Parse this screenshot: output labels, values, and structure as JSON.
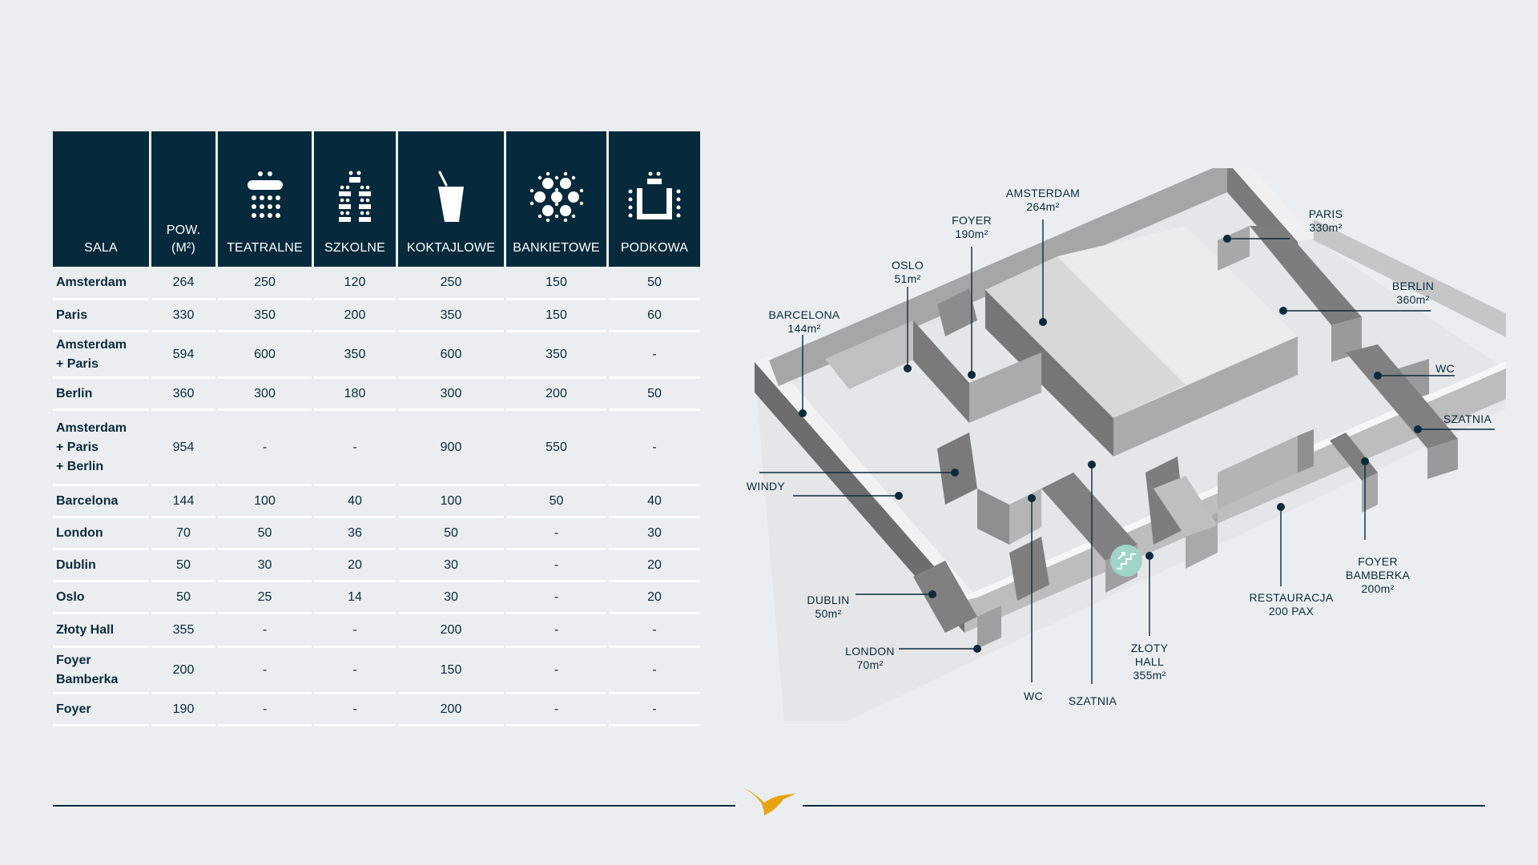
{
  "table": {
    "headers": {
      "sala": "SALA",
      "pow_line1": "POW.",
      "pow_line2": "(M²)",
      "teatralne": "TEATRALNE",
      "szkolne": "SZKOLNE",
      "koktajlowe": "KOKTAJLOWE",
      "bankietowe": "BANKIETOWE",
      "podkowa": "PODKOWA"
    },
    "header_icons": {
      "teatralne": "theatre-layout-icon",
      "szkolne": "classroom-layout-icon",
      "koktajlowe": "cocktail-glass-icon",
      "bankietowe": "banquet-tables-icon",
      "podkowa": "u-shape-layout-icon"
    },
    "rows": [
      {
        "name": [
          "Amsterdam"
        ],
        "pow": "264",
        "teatralne": "250",
        "szkolne": "120",
        "koktajlowe": "250",
        "bankietowe": "150",
        "podkowa": "50"
      },
      {
        "name": [
          "Paris"
        ],
        "pow": "330",
        "teatralne": "350",
        "szkolne": "200",
        "koktajlowe": "350",
        "bankietowe": "150",
        "podkowa": "60"
      },
      {
        "name": [
          "Amsterdam",
          "+ Paris"
        ],
        "pow": "594",
        "teatralne": "600",
        "szkolne": "350",
        "koktajlowe": "600",
        "bankietowe": "350",
        "podkowa": "-"
      },
      {
        "name": [
          "Berlin"
        ],
        "pow": "360",
        "teatralne": "300",
        "szkolne": "180",
        "koktajlowe": "300",
        "bankietowe": "200",
        "podkowa": "50"
      },
      {
        "name": [
          "Amsterdam",
          "+ Paris",
          "+ Berlin"
        ],
        "pow": "954",
        "teatralne": "-",
        "szkolne": "-",
        "koktajlowe": "900",
        "bankietowe": "550",
        "podkowa": "-"
      },
      {
        "name": [
          "Barcelona"
        ],
        "pow": "144",
        "teatralne": "100",
        "szkolne": "40",
        "koktajlowe": "100",
        "bankietowe": "50",
        "podkowa": "40"
      },
      {
        "name": [
          "London"
        ],
        "pow": "70",
        "teatralne": "50",
        "szkolne": "36",
        "koktajlowe": "50",
        "bankietowe": "-",
        "podkowa": "30"
      },
      {
        "name": [
          "Dublin"
        ],
        "pow": "50",
        "teatralne": "30",
        "szkolne": "20",
        "koktajlowe": "30",
        "bankietowe": "-",
        "podkowa": "20"
      },
      {
        "name": [
          "Oslo"
        ],
        "pow": "50",
        "teatralne": "25",
        "szkolne": "14",
        "koktajlowe": "30",
        "bankietowe": "-",
        "podkowa": "20"
      },
      {
        "name": [
          "Złoty Hall"
        ],
        "pow": "355",
        "teatralne": "-",
        "szkolne": "-",
        "koktajlowe": "200",
        "bankietowe": "-",
        "podkowa": "-"
      },
      {
        "name": [
          "Foyer",
          "Bamberka"
        ],
        "pow": "200",
        "teatralne": "-",
        "szkolne": "-",
        "koktajlowe": "150",
        "bankietowe": "-",
        "podkowa": "-"
      },
      {
        "name": [
          "Foyer"
        ],
        "pow": "190",
        "teatralne": "-",
        "szkolne": "-",
        "koktajlowe": "200",
        "bankietowe": "-",
        "podkowa": "-"
      }
    ]
  },
  "floor_plan": {
    "labels": {
      "amsterdam": [
        "AMSTERDAM",
        "264m²"
      ],
      "foyer": [
        "FOYER",
        "190m²"
      ],
      "paris": [
        "PARIS",
        "330m²"
      ],
      "oslo": [
        "OSLO",
        "51m²"
      ],
      "barcelona": [
        "BARCELONA",
        "144m²"
      ],
      "berlin": [
        "BERLIN",
        "360m²"
      ],
      "wc_right": [
        "WC"
      ],
      "szatnia_right": [
        "SZATNIA"
      ],
      "windy": [
        "WINDY"
      ],
      "dublin": [
        "DUBLIN",
        "50m²"
      ],
      "london": [
        "LONDON",
        "70m²"
      ],
      "wc_bottom": [
        "WC"
      ],
      "szatnia_bottom": [
        "SZATNIA"
      ],
      "zloty_hall": [
        "ZŁOTY",
        "HALL",
        "355m²"
      ],
      "restauracja": [
        "RESTAURACJA",
        "200 PAX"
      ],
      "foyer_bamberka": [
        "FOYER",
        "BAMBERKA",
        "200m²"
      ]
    },
    "icons": {
      "stairs": "stairs-icon"
    }
  },
  "footer": {
    "logo": "bird-logo-icon",
    "colors": {
      "logo": "#e8a315",
      "line": "#0b2a3c"
    }
  },
  "colors": {
    "header_bg": "#06293b",
    "page_bg": "#eaeef1",
    "row_divider": "#ffffff",
    "text": "#0b2a3c",
    "stairs_badge": "#9fd4c7"
  }
}
